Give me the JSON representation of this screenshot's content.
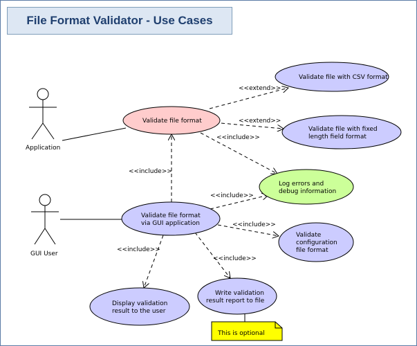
{
  "title": "File Format Validator - Use Cases",
  "actors": {
    "application": "Application",
    "gui_user": "GUI User"
  },
  "use_cases": {
    "validate_file_format": "Validate file format",
    "validate_csv": "Validate file with CSV format",
    "validate_fixed_length": [
      "Validate file with fixed",
      "length field format"
    ],
    "log_errors": [
      "Log errors and",
      "debug information"
    ],
    "validate_gui": [
      "Validate file format",
      "via GUI application"
    ],
    "validate_config": [
      "Validate",
      "configuration",
      "file format"
    ],
    "display_result": [
      "Display validation",
      "result to the user"
    ],
    "write_report": [
      "Write validation",
      "result report to file"
    ]
  },
  "relations": {
    "extend": "<<extend>>",
    "include": "<<include>>"
  },
  "note": "This is optional",
  "colors": {
    "title_bg": "#dde7f3",
    "usecase_blue": "#ccccff",
    "usecase_red": "#ffcccc",
    "usecase_green": "#ccff99",
    "note_yellow": "#ffff00"
  }
}
